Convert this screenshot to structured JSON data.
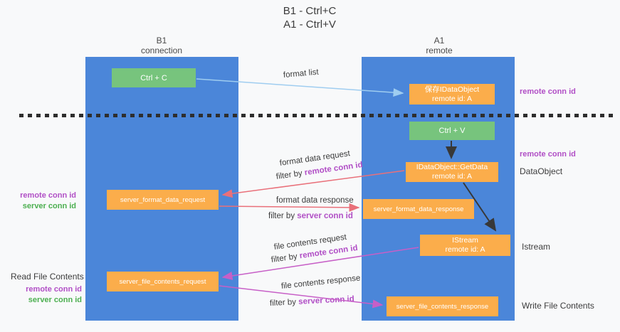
{
  "title": {
    "line1": "B1 - Ctrl+C",
    "line2": "A1 - Ctrl+V"
  },
  "lanes": {
    "left": {
      "name": "B1",
      "role": "connection"
    },
    "right": {
      "name": "A1",
      "role": "remote"
    }
  },
  "boxes": {
    "ctrl_c": {
      "label": "Ctrl + C"
    },
    "save_idataobject": {
      "line1": "保存IDataObject",
      "line2": "remote id: A"
    },
    "ctrl_v": {
      "label": "Ctrl + V"
    },
    "getdata": {
      "line1": "IDataObject::GetData",
      "line2": "remote id: A"
    },
    "format_request": {
      "label": "server_format_data_request"
    },
    "format_response": {
      "label": "server_format_data_response"
    },
    "istream": {
      "line1": "IStream",
      "line2": "remote id: A"
    },
    "file_request": {
      "label": "server_file_contents_request"
    },
    "file_response": {
      "label": "server_file_contents_response"
    }
  },
  "flow_labels": {
    "format_list": "format list",
    "format_data_request": "format data request",
    "format_data_request_filter": {
      "prefix": "filter by ",
      "key": "remote conn id"
    },
    "format_data_response": "format data response",
    "format_data_response_filter": {
      "prefix": "filter by ",
      "key": "server conn id"
    },
    "file_contents_request": "file contents request",
    "file_contents_request_filter": {
      "prefix": "filter by ",
      "key": "remote conn id"
    },
    "file_contents_response": "file contents response",
    "file_contents_response_filter": {
      "prefix": "filter by ",
      "key": "server conn id"
    }
  },
  "annotations": {
    "right_top": "remote conn id",
    "right_ctrlv": "remote conn id",
    "right_dataobject": "DataObject",
    "right_istream": "Istream",
    "right_write": "Write File Contents",
    "left_format": {
      "remote": "remote conn id",
      "server": "server conn id"
    },
    "left_file": {
      "title": "Read File Contents",
      "remote": "remote conn id",
      "server": "server conn id"
    }
  },
  "colors": {
    "lane_blue": "#4b86d9",
    "box_orange": "#fbad4b",
    "box_green": "#77c47d",
    "purple_text": "#b14fc6",
    "green_text": "#4caf50",
    "arrow_red": "#e9707a",
    "arrow_magenta": "#c75fc7",
    "arrow_blue": "#9fcdf0",
    "arrow_black": "#383838",
    "background": "#f8f9fa"
  }
}
